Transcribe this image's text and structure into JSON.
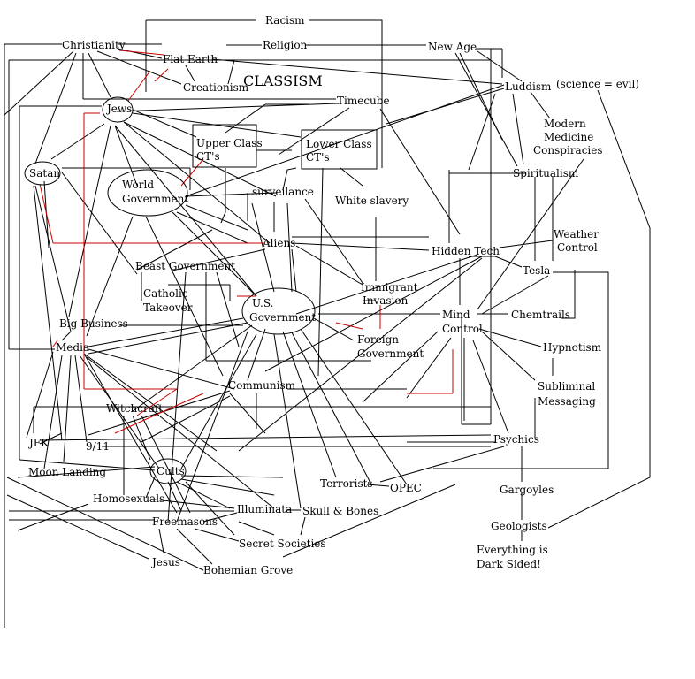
{
  "colors": {
    "line": "#000000",
    "accent_line": "#cc0000",
    "background": "#ffffff"
  },
  "nodes": {
    "racism": "Racism",
    "christianity": "Christianity",
    "religion": "Religion",
    "new_age": "New Age",
    "flat_earth": "Flat Earth",
    "creationism": "Creationism",
    "classism": "CLASSISM",
    "luddism": "Luddism",
    "science_evil": "(science = evil)",
    "jews": "Jews",
    "timecube": "Timecube",
    "modern_medicine": [
      "Modern",
      "Medicine",
      "Conspiracies"
    ],
    "upper_class": [
      "Upper Class",
      "CT's"
    ],
    "lower_class": [
      "Lower Class",
      "CT's"
    ],
    "satan": "Satan",
    "spiritualism": "Spiritualism",
    "world_government": [
      "World",
      "Government"
    ],
    "surveilance": "surveilance",
    "white_slavery": "White slavery",
    "weather_control": [
      "Weather",
      "Control"
    ],
    "aliens": "Aliens",
    "hidden_tech": "Hidden Tech",
    "beast_government": "Beast Government",
    "tesla": "Tesla",
    "catholic_takeover": [
      "Catholic",
      "Takeover"
    ],
    "immigrant_invasion": [
      "Immigrant",
      "Invasion"
    ],
    "us_government": [
      "U.S.",
      "Government"
    ],
    "mind_control": [
      "Mind",
      "Control"
    ],
    "chemtrails": "Chemtrails",
    "big_business": "Big Business",
    "media": "Media",
    "foreign_government": [
      "Foreign",
      "Government"
    ],
    "hypnotism": "Hypnotism",
    "communism": "Communism",
    "subliminal": [
      "Subliminal",
      "Messaging"
    ],
    "witchcraft": "Witchcraft",
    "jfk": "JFK",
    "nine_eleven": "9/11",
    "psychics": "Psychics",
    "moon_landing": "Moon Landing",
    "cults": "Cults",
    "terrorists": "Terrorists",
    "opec": "OPEC",
    "gargoyles": "Gargoyles",
    "homosexuals": "Homosexuals",
    "illuminata": "Illuminata",
    "skull_bones": "Skull & Bones",
    "freemasons": "Freemasons",
    "geologists": "Geologists",
    "secret_societies": "Secret Societies",
    "dark_sided": [
      "Everything is",
      "Dark Sided!"
    ],
    "jesus": "Jesus",
    "bohemian_grove": "Bohemian Grove"
  }
}
